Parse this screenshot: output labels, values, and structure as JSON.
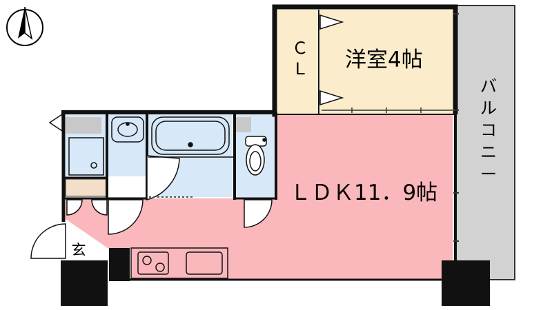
{
  "floor_plan": {
    "rooms": {
      "ldk": {
        "label": "ＬＤＫ11．9帖",
        "area_jo": 11.9,
        "color": "#FBB8BC"
      },
      "western_room": {
        "label": "洋室4帖",
        "area_jo": 4,
        "color": "#FBEDCB"
      },
      "closet": {
        "label_line1": "Ｃ",
        "label_line2": "Ｌ",
        "color": "#FBEDCB"
      },
      "balcony": {
        "label": [
          "バ",
          "ル",
          "コ",
          "ニ",
          "ー"
        ],
        "color": "#D2D2D2"
      },
      "entrance": {
        "label": "玄"
      }
    },
    "colors": {
      "wet_area": "#D7E8F8",
      "storage": "#F2DEC9",
      "wall": "#111111",
      "gray_fill": "#C8C8C8"
    },
    "icons": {
      "compass": "north-arrow-icon",
      "bathtub": "bathtub-icon",
      "toilet": "toilet-icon",
      "washbasin": "washbasin-icon",
      "stove": "stove-icon",
      "sink": "sink-icon"
    }
  }
}
